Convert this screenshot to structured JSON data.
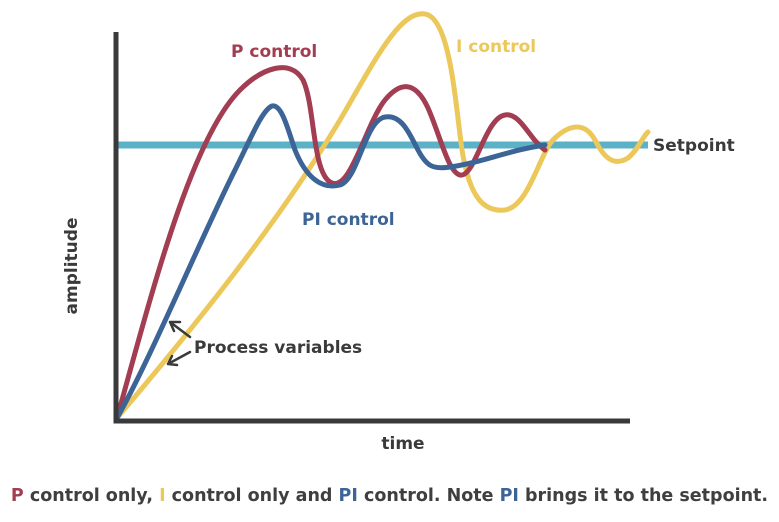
{
  "chart_data": {
    "type": "line",
    "title": "",
    "xlabel": "time",
    "ylabel": "amplitude",
    "grid": false,
    "setpoint": {
      "label": "Setpoint",
      "color": "#5bb1c6"
    },
    "series": [
      {
        "name": "P control",
        "color": "#a23d52"
      },
      {
        "name": "I control",
        "color": "#ecc759"
      },
      {
        "name": "PI control",
        "color": "#3d6497"
      }
    ],
    "annotations": [
      {
        "text": "Process variables"
      }
    ]
  },
  "caption": {
    "p": "P",
    "t1": " control only, ",
    "i": "I",
    "t2": " control only and ",
    "pi1": "PI",
    "t3": " control. Note ",
    "pi2": "PI",
    "t4": " brings it to the setpoint."
  }
}
